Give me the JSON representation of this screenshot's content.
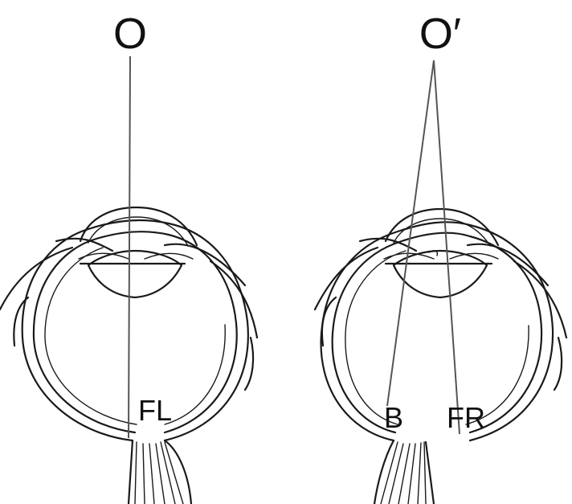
{
  "labels": {
    "left_object": "O",
    "right_object": "O′",
    "left_fovea": "FL",
    "right_fovea": "FR",
    "right_blind": "B"
  }
}
